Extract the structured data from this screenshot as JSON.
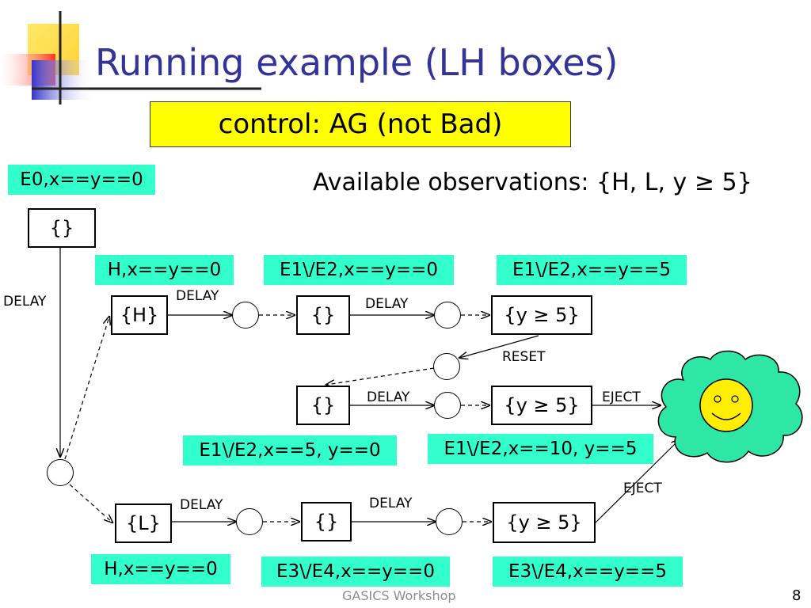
{
  "title": "Running example (LH boxes)",
  "control": "control: AG (not Bad)",
  "observations": "Available observations: {H, L, y ≥ 5}",
  "labels": {
    "e0": "E0,x==y==0",
    "h_top": "H,x==y==0",
    "e1e2_00": "E1\\/E2,x==y==0",
    "e1e2_55": "E1\\/E2,x==y==5",
    "e1e2_50": "E1\\/E2,x==5, y==0",
    "e1e2_105": "E1\\/E2,x==10, y==5",
    "h_bottom": "H,x==y==0",
    "e3e4_00": "E3\\/E4,x==y==0",
    "e3e4_55": "E3\\/E4,x==y==5"
  },
  "boxes": {
    "init": "{}",
    "h": "{H}",
    "mid_top": "{}",
    "y5_top": "{y ≥ 5}",
    "mid_reset": "{}",
    "y5_reset": "{y ≥ 5}",
    "l": "{L}",
    "mid_bottom": "{}",
    "y5_bottom": "{y ≥ 5}"
  },
  "edges": {
    "delay_left": "DELAY",
    "delay_h": "DELAY",
    "delay_mid_top": "DELAY",
    "reset": "RESET",
    "delay_reset": "DELAY",
    "eject_top": "EJECT",
    "delay_l": "DELAY",
    "delay_mid_bottom": "DELAY",
    "eject_bottom": "EJECT"
  },
  "footer": "GASICS Workshop",
  "page_number": "8",
  "colors": {
    "title": "#33339a",
    "control_bg": "#ffff00",
    "label_bg": "#33ffcc",
    "cloud": "#2ee6a6",
    "face": "#ffee00"
  }
}
